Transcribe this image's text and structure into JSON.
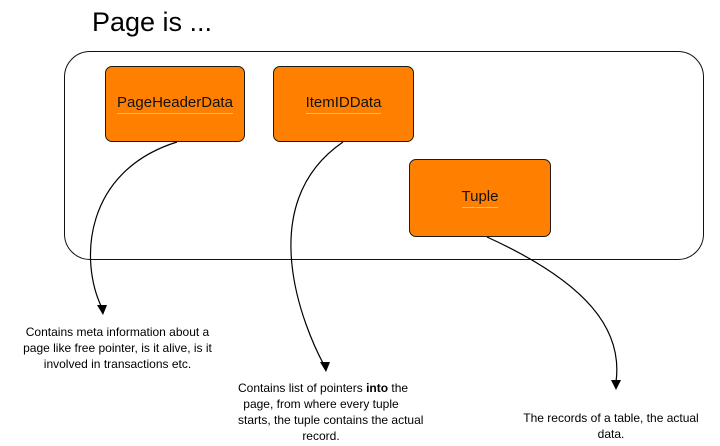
{
  "page": {
    "title": "Page is ..."
  },
  "diagram": {
    "container": {
      "name": "page-container"
    },
    "nodes": {
      "header": {
        "label": "PageHeaderData",
        "fill": "#ff8000"
      },
      "item_id": {
        "label": "ItemIDData",
        "fill": "#ff8000"
      },
      "tuple": {
        "label": "Tuple",
        "fill": "#ff8000"
      }
    },
    "notes": {
      "meta": {
        "lines": [
          "Contains meta information about a",
          "page like free pointer, is it alive, is it",
          "involved in transactions etc."
        ]
      },
      "pointers": {
        "line1_prefix": "Contains list of pointers ",
        "line1_emphasis": "into",
        "line1_suffix": " the",
        "lines_rest": [
          "page, from where every tuple",
          "starts, the tuple contains the actual",
          "record."
        ]
      },
      "records": {
        "lines": [
          "The records of a table, the actual",
          "data."
        ]
      }
    }
  }
}
